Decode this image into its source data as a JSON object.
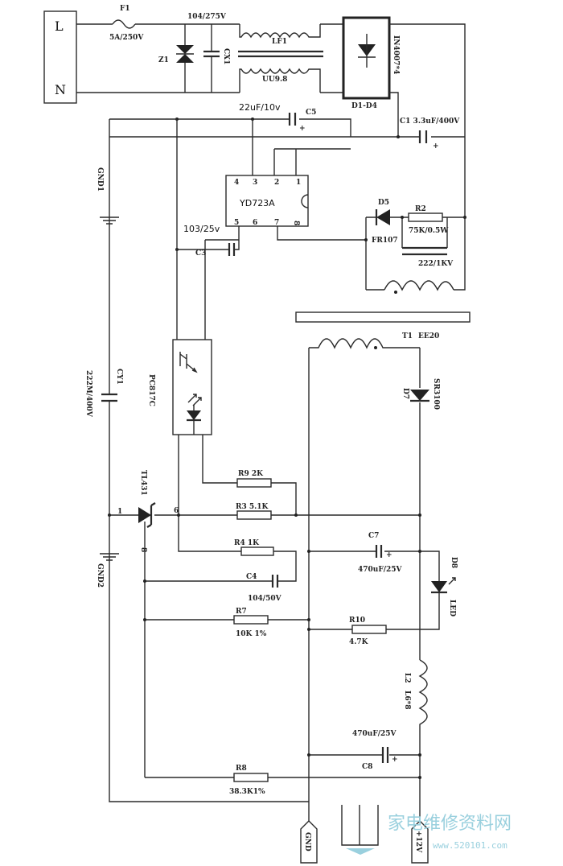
{
  "labels": {
    "L": "L",
    "N": "N",
    "F1": "F1",
    "F1_val": "5A/250V",
    "cx_val": "104/275V",
    "cx_name": "CX1",
    "z1": "Z1",
    "lf": "LF1",
    "lf_core": "UU9.8",
    "bridge_part": "IN4007*4",
    "bridge_name": "D1-D4",
    "c2": "22uF/10v",
    "c5": "C5",
    "c1": "C1 3.3uF/400V",
    "ic": "YD723A",
    "d5": "D5",
    "fr107": "FR107",
    "r2": "R2",
    "r2_val": "75K/0.5W",
    "snub_cap": "222/1KV",
    "gnd1": "GND1",
    "c3_val": "103/25v",
    "c3": "C3",
    "t1": "T1",
    "t1_core": "EE20",
    "cy1": "CY1",
    "cy1_val": "222M/400V",
    "pc817": "PC817C",
    "d7": "D7",
    "sr3100": "SR3100",
    "r9": "R9 2K",
    "r3": "R3 5.1K",
    "tl431": "TL431",
    "r4": "R4 1K",
    "c7": "C7",
    "c7_val": "470uF/25V",
    "d8": "D8",
    "led": "LED",
    "c4": "C4",
    "c4_val": "104/50V",
    "gnd2": "GND2",
    "r7": "R7",
    "r7_val": "10K 1%",
    "r10": "R10",
    "r10_val": "4.7K",
    "l2": "L2",
    "l2_val": "L6*8",
    "c8_val": "470uF/25V",
    "c8": "C8",
    "r8": "R8",
    "r8_val": "38.3K1%",
    "gnd_out": "GND",
    "v_out": "+12V",
    "pin1": "1",
    "pin2": "2",
    "pin3": "3",
    "pin4": "4",
    "pin5": "5",
    "pin6": "6",
    "pin7": "7",
    "pin8": "8",
    "n1": "1",
    "n6": "6",
    "n8": "8"
  },
  "watermark": {
    "title": "家电维修资料网",
    "url": "www.520101.com"
  }
}
